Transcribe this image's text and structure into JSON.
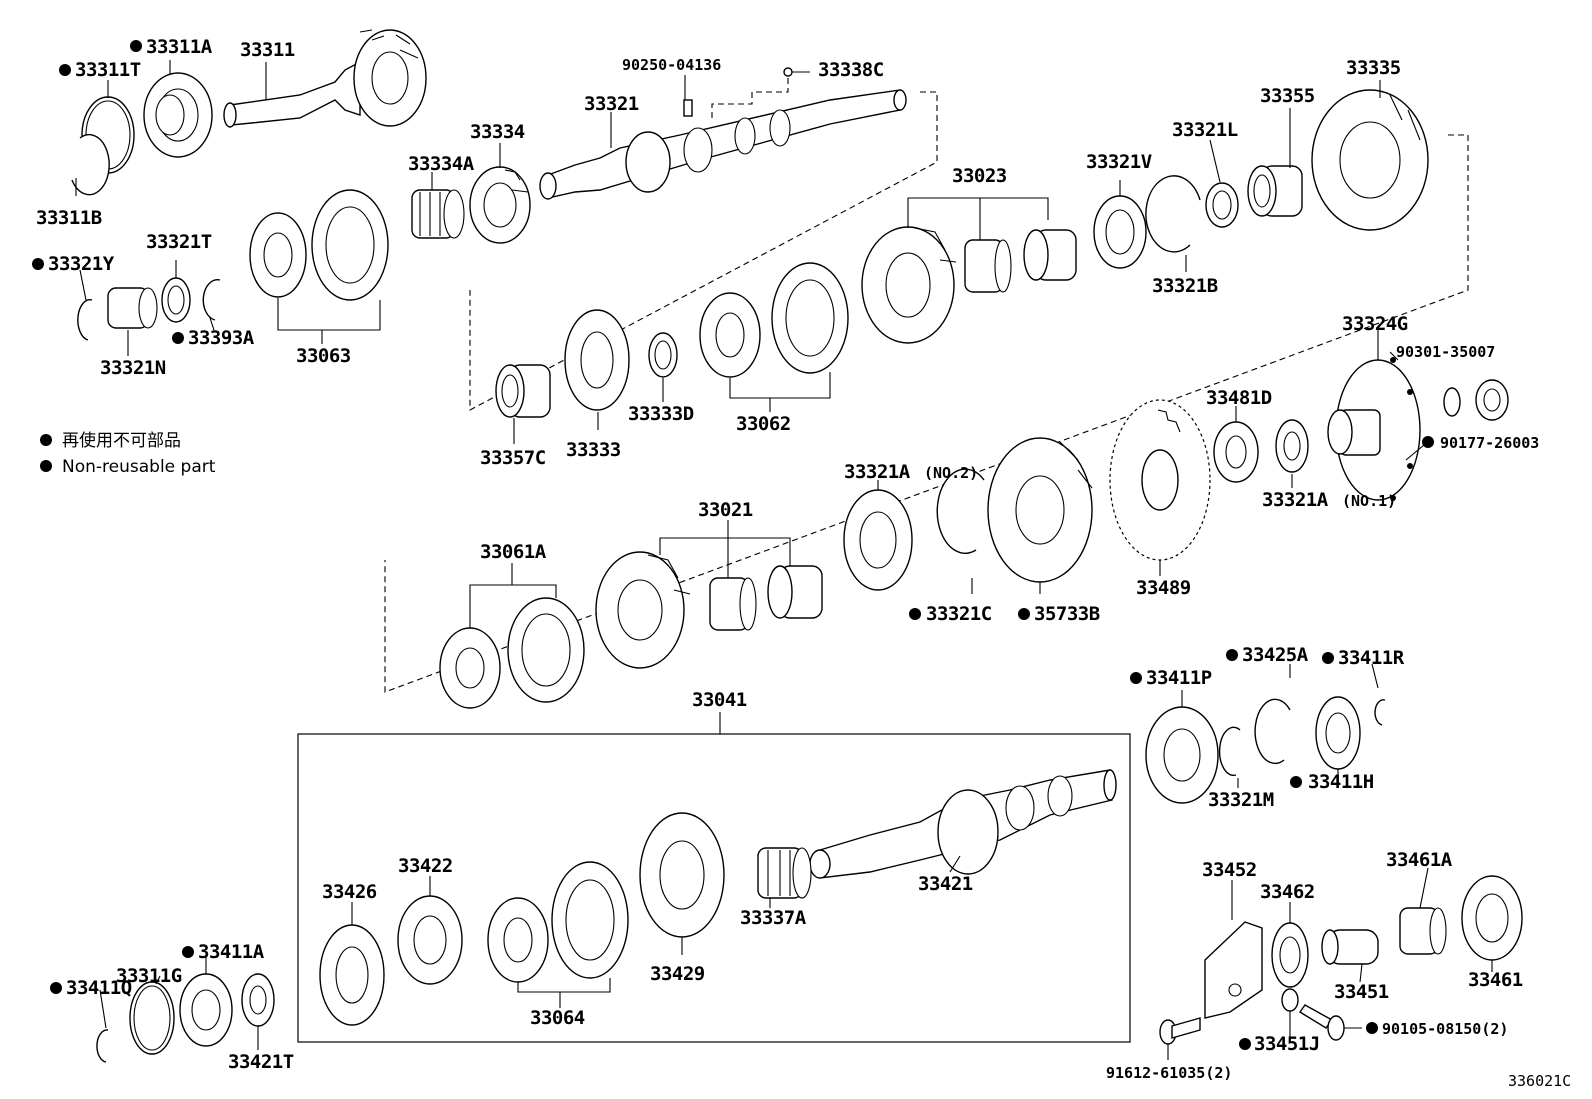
{
  "legend": {
    "jp": "再使用不可部品",
    "en": "Non-reusable part"
  },
  "figure_code": "336021C",
  "parts": {
    "p33311A": "33311A",
    "p33311": "33311",
    "p33311T": "33311T",
    "p33311B": "33311B",
    "p90250": "90250-04136",
    "p33338C": "33338C",
    "p33321": "33321",
    "p33335": "33335",
    "p33355": "33355",
    "p33334": "33334",
    "p33334A": "33334A",
    "p33321L": "33321L",
    "p33321V": "33321V",
    "p33023": "33023",
    "p33321T": "33321T",
    "p33321Y": "33321Y",
    "p33321B": "33321B",
    "p33393A": "33393A",
    "p33063": "33063",
    "p33321N": "33321N",
    "p33324G": "33324G",
    "p90301": "90301-35007",
    "p33481D": "33481D",
    "p90177": "90177-26003",
    "p33333D": "33333D",
    "p33062": "33062",
    "p33357C": "33357C",
    "p33333": "33333",
    "p33321A2": "33321A",
    "no2": "(NO.2)",
    "p33321A1": "33321A",
    "no1": "(NO.1)",
    "p33021": "33021",
    "p33061A": "33061A",
    "p33489": "33489",
    "p33321C": "33321C",
    "p35733B": "35733B",
    "p33425A": "33425A",
    "p33411R": "33411R",
    "p33411P": "33411P",
    "p33041": "33041",
    "p33321M": "33321M",
    "p33411H": "33411H",
    "p33426": "33426",
    "p33422": "33422",
    "p33421": "33421",
    "p33337A": "33337A",
    "p33429": "33429",
    "p33064": "33064",
    "p33452": "33452",
    "p33462": "33462",
    "p33461A": "33461A",
    "p33451": "33451",
    "p33461": "33461",
    "p33411A": "33411A",
    "p33311G": "33311G",
    "p33411Q": "33411Q",
    "p33421T": "33421T",
    "p90105": "90105-08150(2)",
    "p33451J": "33451J",
    "p91612": "91612-61035(2)"
  }
}
